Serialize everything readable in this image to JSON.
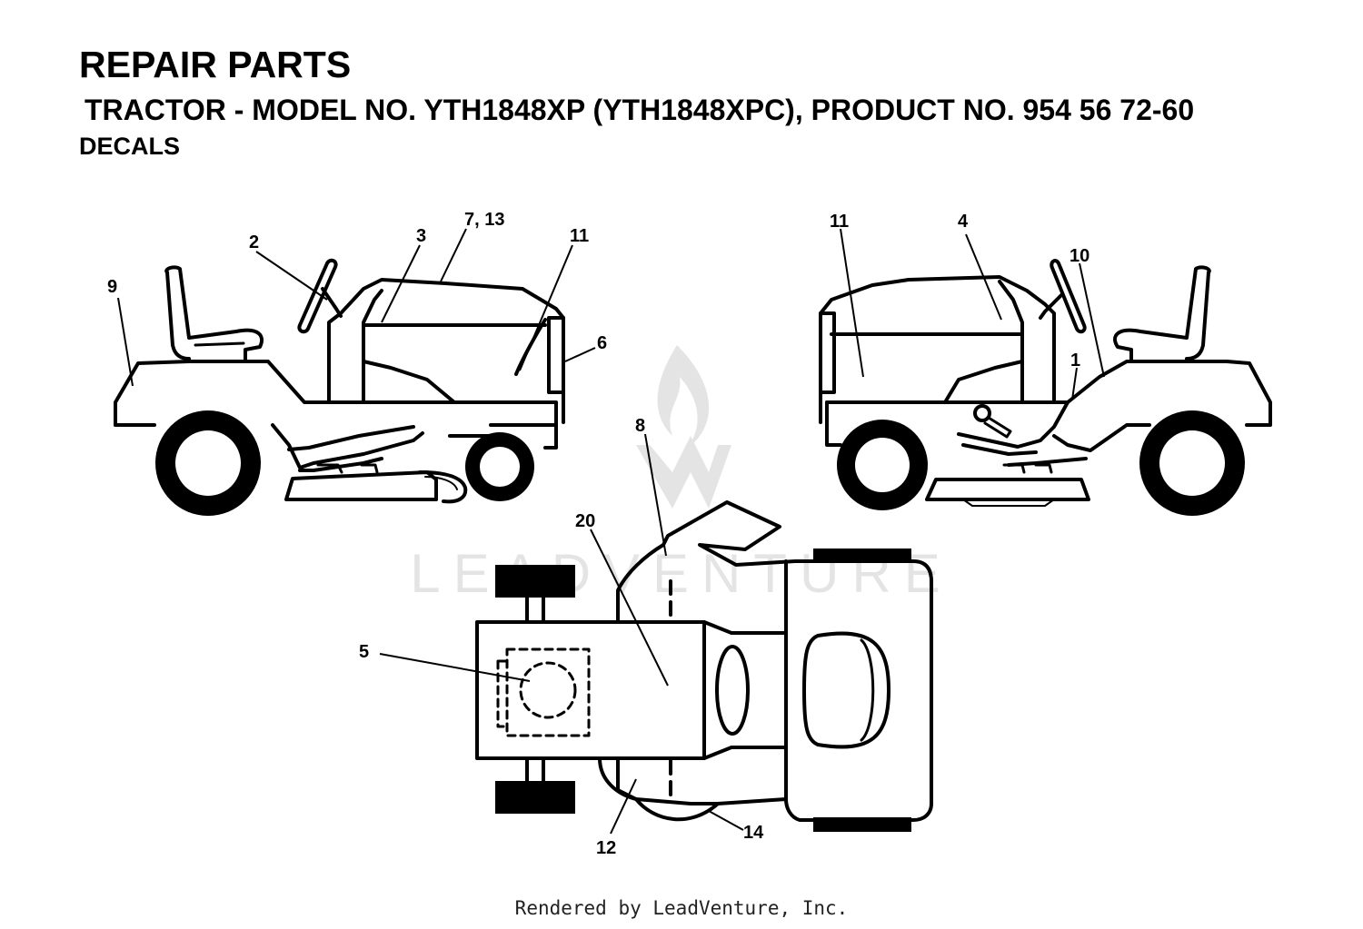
{
  "header": {
    "title": "REPAIR PARTS",
    "subtitle": "TRACTOR - MODEL NO. YTH1848XP (YTH1848XPC), PRODUCT NO. 954 56 72-60",
    "section": "DECALS"
  },
  "watermark": {
    "text": "LEADVENTURE"
  },
  "callouts": {
    "left_view": {
      "c9": "9",
      "c2": "2",
      "c3": "3",
      "c7_13": "7, 13",
      "c11": "11",
      "c6": "6"
    },
    "right_view": {
      "c11": "11",
      "c4": "4",
      "c10": "10",
      "c1": "1"
    },
    "top_view": {
      "c8": "8",
      "c20": "20",
      "c5": "5",
      "c12": "12",
      "c14": "14"
    }
  },
  "footer": {
    "text": "Rendered by LeadVenture, Inc."
  },
  "colors": {
    "ink": "#000000",
    "background": "#ffffff",
    "watermark": "#e6e6e6"
  }
}
